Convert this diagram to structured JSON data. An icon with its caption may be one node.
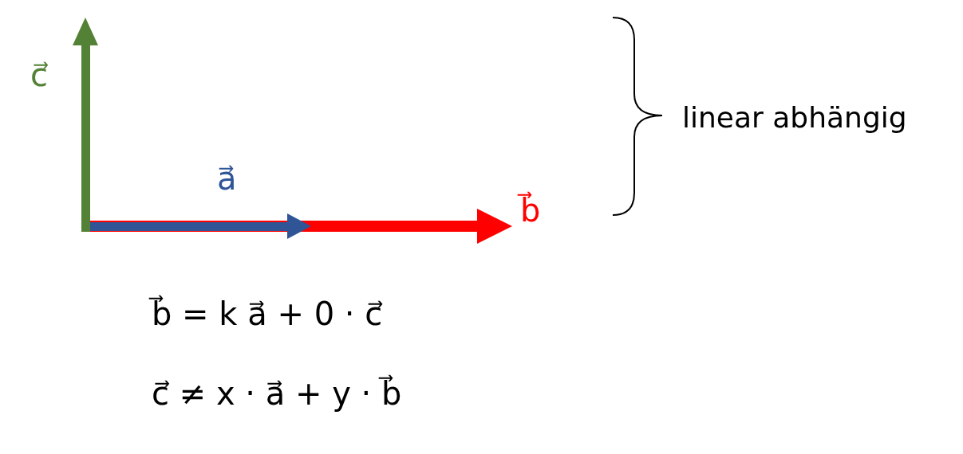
{
  "diagram": {
    "labels": [
      "c⃗",
      "a⃗",
      "b⃗",
      "linear abhängig",
      "b⃗ = k a⃗ + 0 · c⃗",
      "c⃗ ≠ x · a⃗ + y · b⃗"
    ]
  }
}
